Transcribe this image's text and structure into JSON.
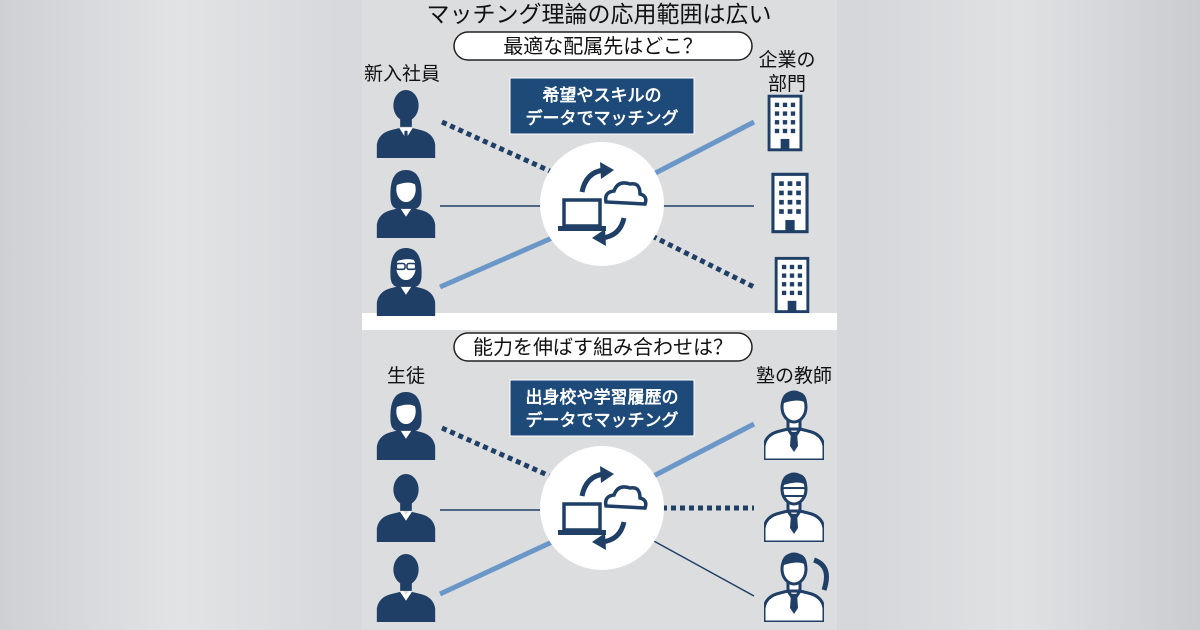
{
  "title": "マッチング理論の応用範囲は広い",
  "sections": [
    {
      "question": "最適な配属先はどこ？",
      "left_label": "新入社員",
      "right_label_line1": "企業の",
      "right_label_line2": "部門",
      "box_line1": "希望やスキルの",
      "box_line2": "データでマッチング"
    },
    {
      "question": "能力を伸ばす組み合わせは？",
      "left_label": "生徒",
      "right_label_line1": "塾の教師",
      "right_label_line2": "",
      "box_line1": "出身校や学習履歴の",
      "box_line2": "データでマッチング"
    }
  ],
  "colors": {
    "navy": "#1f3f66",
    "line_blue": "#6a97c8",
    "panel_gray": "#dcdddf",
    "box_bg": "#1d4a78"
  },
  "icons": [
    "person-icon",
    "building-icon",
    "laptop-icon",
    "cloud-icon",
    "sync-arrows-icon"
  ]
}
